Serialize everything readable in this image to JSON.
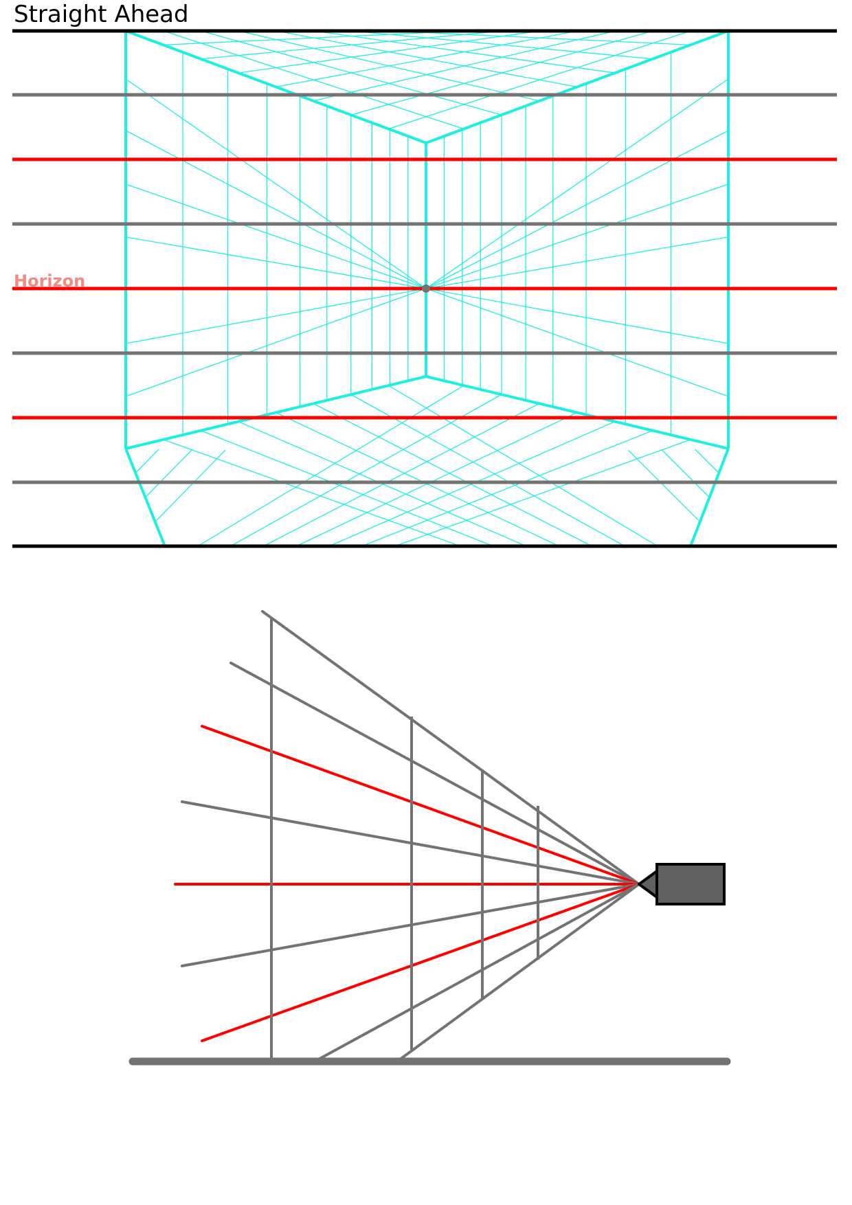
{
  "title": "Straight Ahead",
  "horizon_label": "Horizon",
  "colors": {
    "grid": "#1EEFE0",
    "horizon": "#FF0000",
    "horizon_label": "#F28B82",
    "guide": "#737373",
    "frame": "#000000",
    "camera_body": "#606060",
    "camera_outline": "#000000",
    "vanishing_point": "#737373"
  },
  "icons": {
    "camera": "camera-icon",
    "vanishing_point": "vanishing-point-dot"
  }
}
